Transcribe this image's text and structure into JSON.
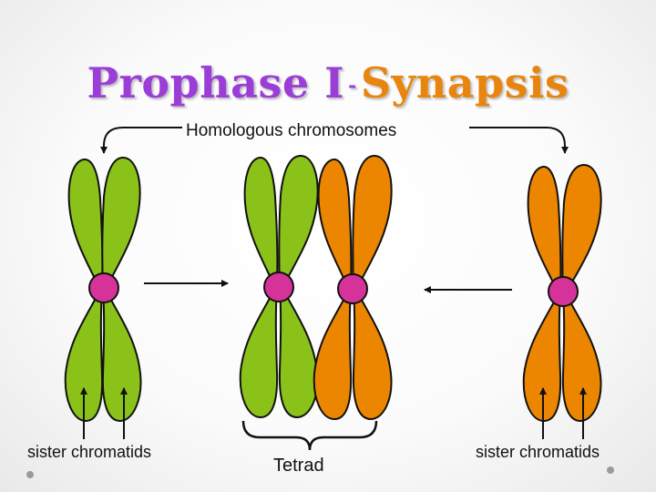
{
  "title": {
    "part1": "Prophase I",
    "separator": "-",
    "part2": "Synapsis"
  },
  "labels": {
    "homologous": "Homologous chromosomes",
    "sister_left": "sister chromatids",
    "tetrad": "Tetrad",
    "sister_right": "sister chromatids"
  },
  "colors": {
    "green_chromatid": "#8ac21a",
    "orange_chromatid": "#ec8600",
    "centromere": "#d6339a",
    "title_purple": "#9b3ed8",
    "title_orange": "#e8850e"
  }
}
